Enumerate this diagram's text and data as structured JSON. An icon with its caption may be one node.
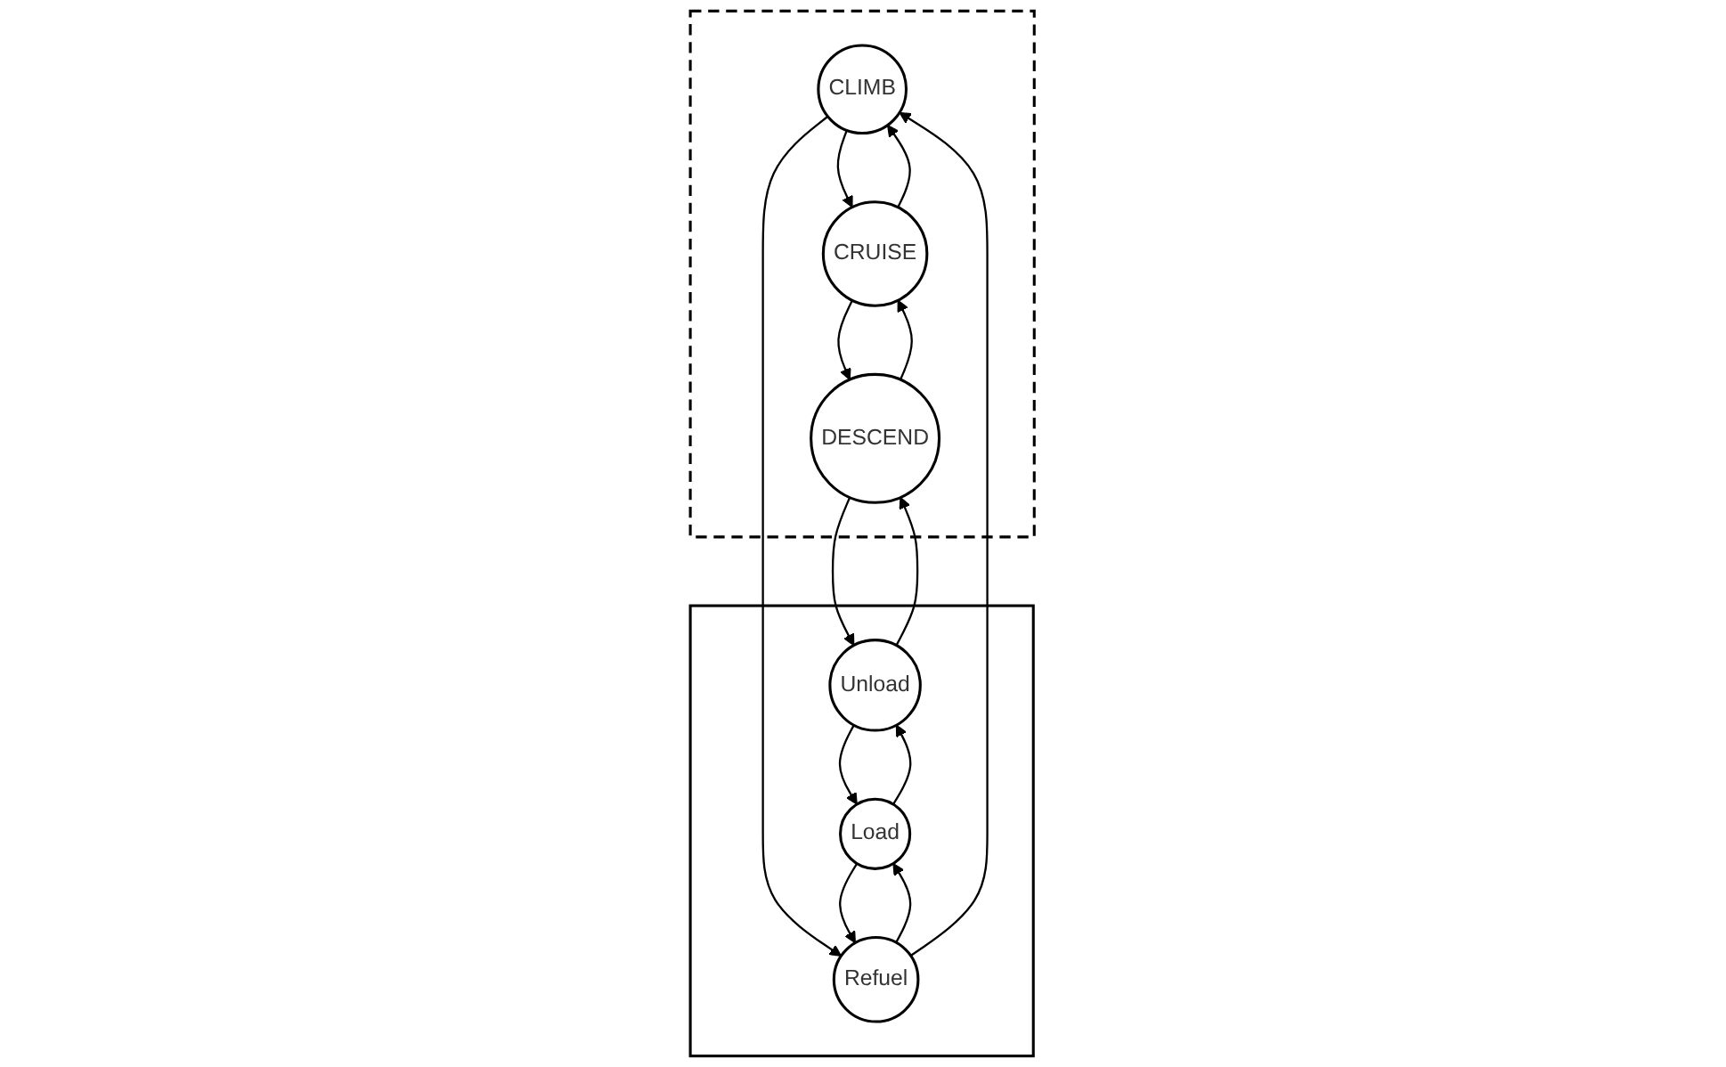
{
  "diagram": {
    "nodes": [
      {
        "text": [],
        "shape": "box"
      },
      {
        "text": [
          "CLIMB"
        ],
        "in": 0
      },
      {
        "text": [
          "CRUISE"
        ],
        "in": 0
      },
      {
        "text": [
          "DESCEND"
        ],
        "in": 0
      },
      {
        "text": [],
        "shape": "box"
      },
      {
        "text": [
          "Refuel"
        ],
        "in": 4
      },
      {
        "text": [
          "Load"
        ],
        "in": 4
      },
      {
        "text": [
          "Unload"
        ],
        "in": 4
      }
    ],
    "edges": [
      {
        "from": 1,
        "to": 2,
        "arrow": "to"
      },
      {
        "from": 2,
        "to": 3,
        "arrow": "to"
      },
      {
        "from": 2,
        "to": 1,
        "arrow": "to"
      },
      {
        "from": 3,
        "to": 2,
        "arrow": "to"
      },
      {
        "from": 1,
        "to": 5,
        "arrow": "to"
      },
      {
        "from": 5,
        "to": 6,
        "arrow": "to"
      },
      {
        "from": 6,
        "to": 7,
        "arrow": "to"
      },
      {
        "from": 6,
        "to": 5,
        "arrow": "to"
      },
      {
        "from": 7,
        "to": 6,
        "arrow": "to"
      },
      {
        "from": 7,
        "to": 3,
        "arrow": "to"
      },
      {
        "from": 5,
        "to": 1,
        "arrow": "to"
      },
      {
        "from": 3,
        "to": 7,
        "arrow": "to"
      }
    ]
  }
}
